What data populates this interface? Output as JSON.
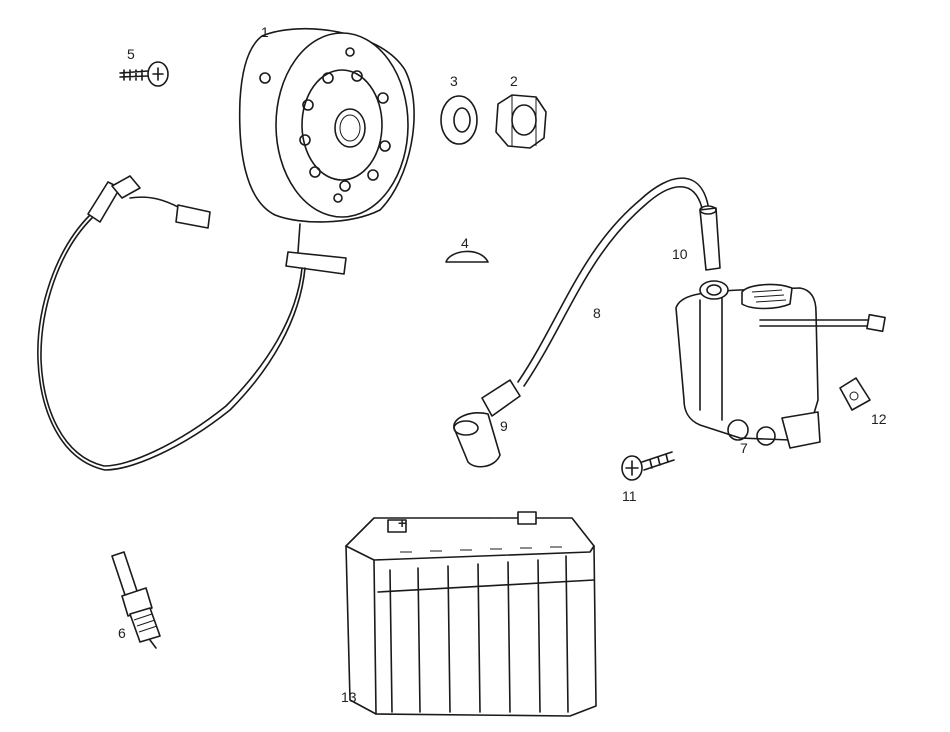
{
  "parts": [
    {
      "id": "flywheel",
      "label": "1"
    },
    {
      "id": "nut",
      "label": "2"
    },
    {
      "id": "washer",
      "label": "3"
    },
    {
      "id": "woodruff-key",
      "label": "4"
    },
    {
      "id": "screw-5",
      "label": "5"
    },
    {
      "id": "spark-plug",
      "label": "6"
    },
    {
      "id": "ignition-coil",
      "label": "7"
    },
    {
      "id": "hv-cable",
      "label": "8"
    },
    {
      "id": "plug-cap",
      "label": "9"
    },
    {
      "id": "cable-boot",
      "label": "10"
    },
    {
      "id": "screw-11",
      "label": "11"
    },
    {
      "id": "clip-12",
      "label": "12"
    },
    {
      "id": "battery",
      "label": "13"
    }
  ],
  "battery_markings": {
    "minus": "−",
    "plus": "+"
  }
}
